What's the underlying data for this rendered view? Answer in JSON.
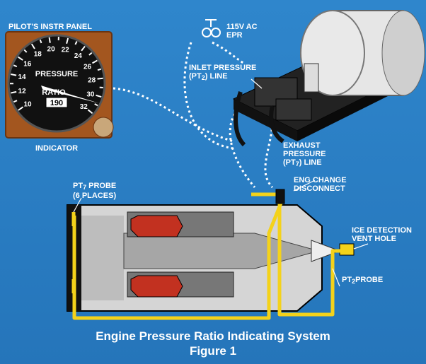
{
  "panel_label": "PILOT'S INSTR PANEL",
  "indicator_label": "INDICATOR",
  "gauge": {
    "label_top": "PRESSURE",
    "label_bottom": "RATIO",
    "readout": "190",
    "dial_numbers": [
      "10",
      "12",
      "14",
      "16",
      "18",
      "20",
      "22",
      "24",
      "26",
      "28",
      "30",
      "32"
    ]
  },
  "power": {
    "line1": "115V AC",
    "line2": "EPR"
  },
  "inlet_line": {
    "line1": "INLET PRESSURE",
    "line2_pre": "(PT",
    "line2_sub": "2",
    "line2_post": ") LINE"
  },
  "exhaust_line": {
    "line1": "EXHAUST",
    "line2": "PRESSURE",
    "line3_pre": "(PT",
    "line3_sub": "7",
    "line3_post": ") LINE"
  },
  "pt7_probe": {
    "line1_pre": "PT",
    "line1_sub": "7",
    "line1_post": " PROBE",
    "line2": "(6 PLACES)"
  },
  "eng_change": {
    "line1": "ENG CHANGE",
    "line2": "DISCONNECT"
  },
  "ice_detection": {
    "line1": "ICE DETECTION",
    "line2": "VENT HOLE"
  },
  "pt2_probe": {
    "pre": "PT",
    "sub": "2",
    "post": "PROBE"
  },
  "caption": {
    "title": "Engine Pressure Ratio Indicating System",
    "figure": "Figure 1"
  },
  "colors": {
    "background": "#2b7fc4",
    "tubing": "#f4d21a",
    "combustor": "#d63a2a",
    "panel": "#a0521d"
  }
}
